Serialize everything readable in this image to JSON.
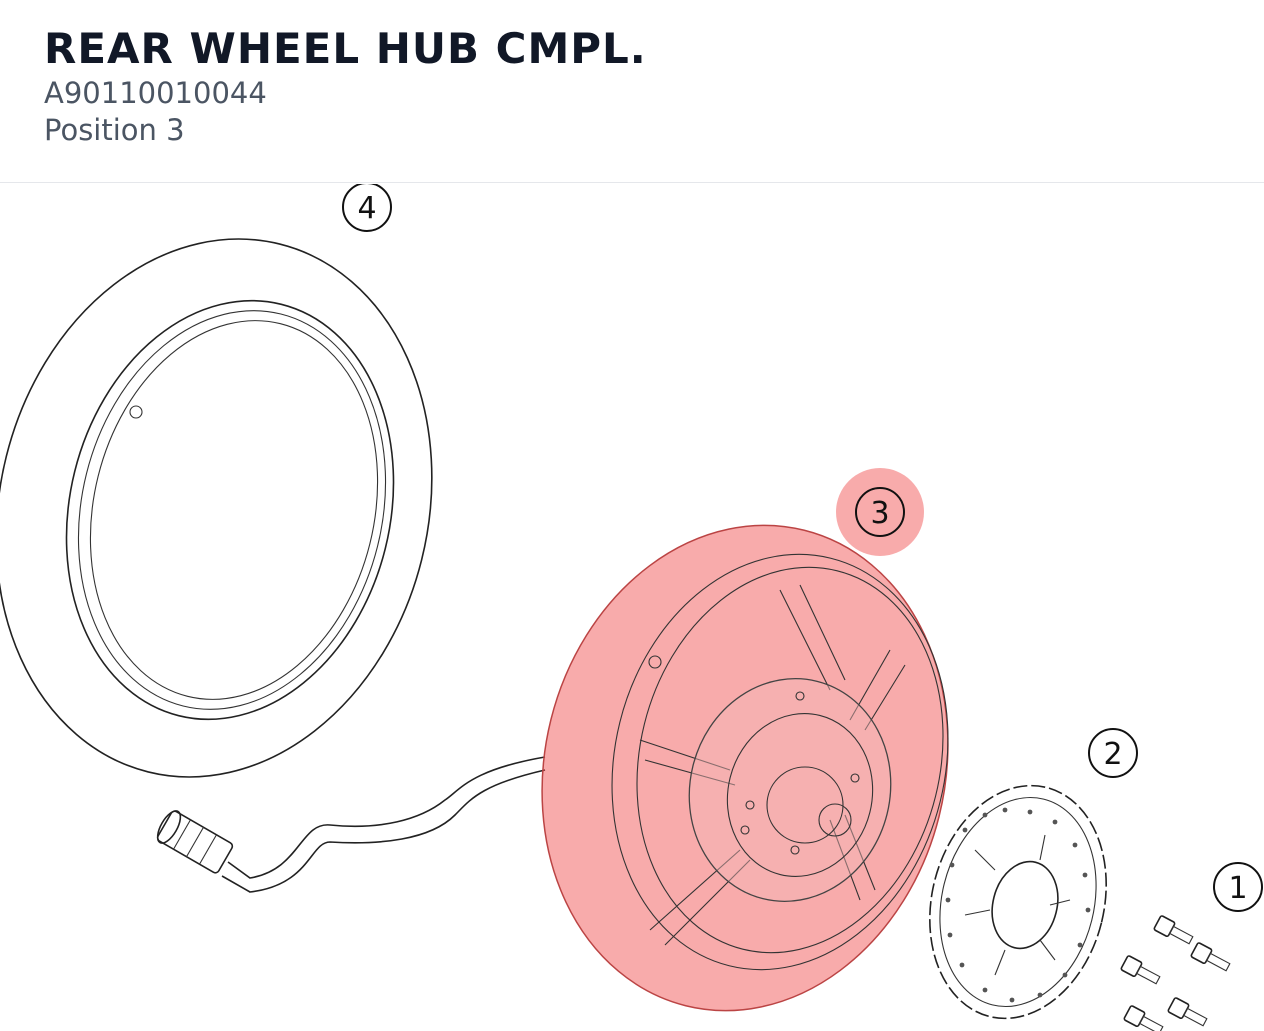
{
  "header": {
    "title": "REAR WHEEL HUB CMPL.",
    "part_number": "A90110010044",
    "position_label": "Position 3"
  },
  "diagram": {
    "callouts": [
      {
        "label": "4"
      },
      {
        "label": "3"
      },
      {
        "label": "2"
      },
      {
        "label": "1"
      }
    ],
    "highlight_color": "#ef4444",
    "highlight_opacity": 0.45
  }
}
